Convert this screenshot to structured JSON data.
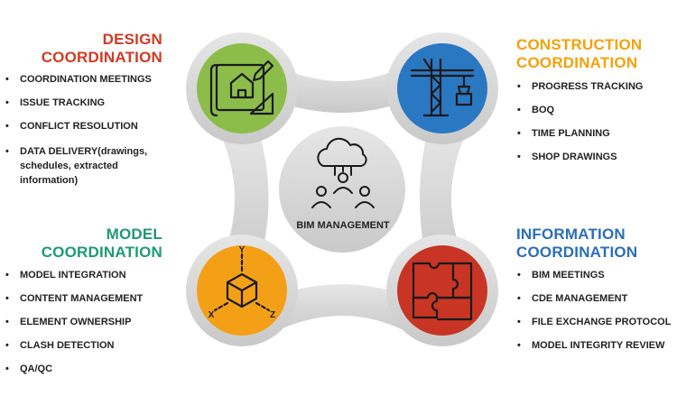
{
  "colors": {
    "design": "#d13a24",
    "construction": "#f5a10a",
    "model": "#1f9a73",
    "information": "#2a6fb6",
    "green_circle": "#8cbd4b",
    "blue_circle": "#2a78c2",
    "orange_circle": "#f4a017",
    "red_circle": "#c83524",
    "grey": "#d3d3d3"
  },
  "center": {
    "label": "BIM MANAGEMENT",
    "icon": "team-cloud-icon"
  },
  "design": {
    "title_line1": "DESIGN",
    "title_line2": "COORDINATION",
    "icon": "blueprint-drafting-icon",
    "items": [
      "COORDINATION MEETINGS",
      "ISSUE TRACKING",
      "CONFLICT RESOLUTION",
      "DATA DELIVERY(drawings, schedules, extracted information)"
    ]
  },
  "construction": {
    "title_line1": "CONSTRUCTION",
    "title_line2": "COORDINATION",
    "icon": "tower-crane-icon",
    "items": [
      "PROGRESS TRACKING",
      "BOQ",
      "TIME PLANNING",
      "SHOP DRAWINGS"
    ]
  },
  "model": {
    "title_line1": "MODEL",
    "title_line2": "COORDINATION",
    "icon": "xyz-cube-icon",
    "items": [
      "MODEL INTEGRATION",
      "CONTENT MANAGEMENT",
      "ELEMENT OWNERSHIP",
      "CLASH DETECTION",
      "QA/QC"
    ]
  },
  "information": {
    "title_line1": "INFORMATION",
    "title_line2": "COORDINATION",
    "icon": "puzzle-pieces-icon",
    "items": [
      "BIM MEETINGS",
      "CDE MANAGEMENT",
      "FILE EXCHANGE PROTOCOL",
      "MODEL INTEGRITY REVIEW"
    ]
  }
}
